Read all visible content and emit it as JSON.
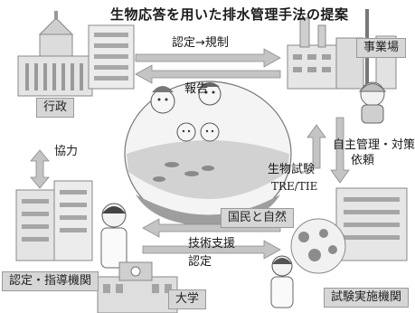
{
  "title": "生物応答を用いた排水管理手法の提案",
  "nodes": {
    "gyosei": "行政",
    "jigyosho": "事業場",
    "nintei_kikan": "認定・指導機関",
    "daigaku": "大学",
    "shiken_kikan": "試験実施機関",
    "kokumin": "国民と自然"
  },
  "arrows": {
    "top_right": "認定→規制",
    "top_left": "報告",
    "left": "協力",
    "right_line1": "自主管理・対策",
    "right_line2": "依頼",
    "center_line1": "生物試験",
    "center_line2": "TRE/TIE",
    "bottom_line1": "技術支援",
    "bottom_line2": "認定"
  }
}
